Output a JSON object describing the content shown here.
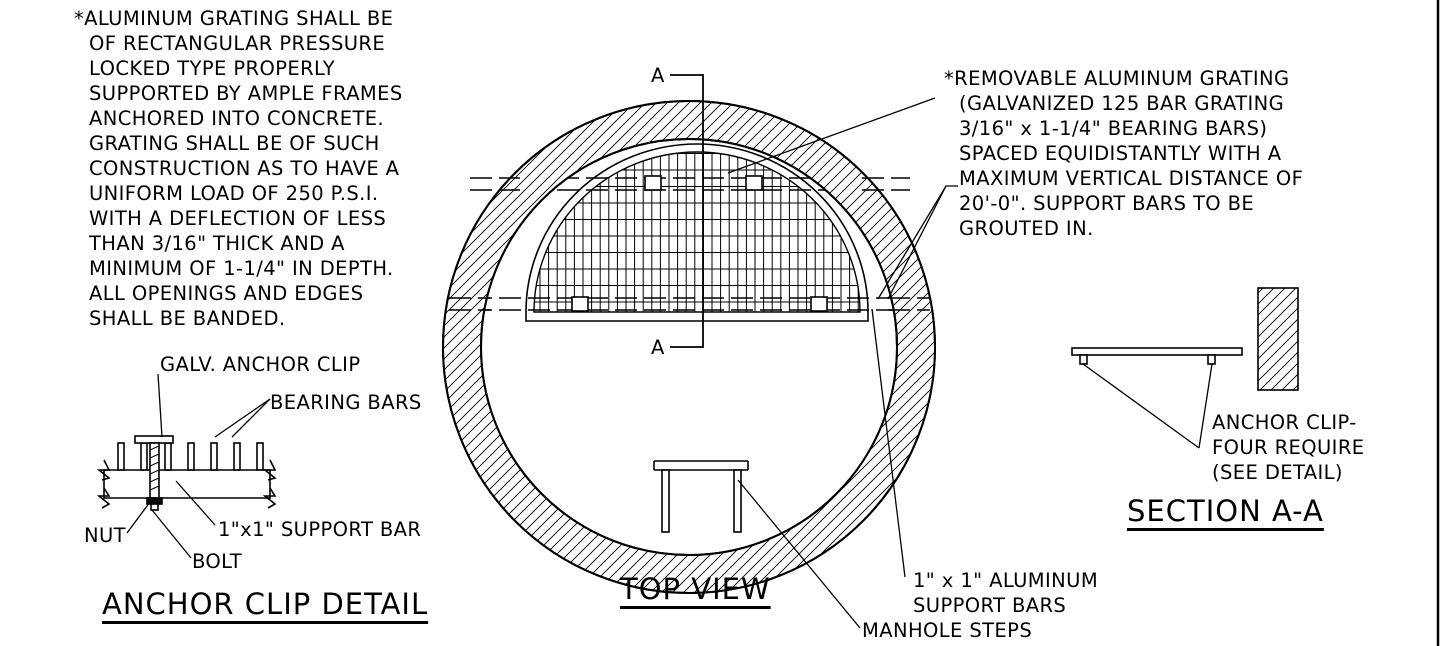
{
  "notes": {
    "grating_spec": [
      "*ALUMINUM GRATING SHALL BE",
      "OF RECTANGULAR PRESSURE",
      "LOCKED TYPE PROPERLY",
      "SUPPORTED BY AMPLE FRAMES",
      "ANCHORED INTO CONCRETE.",
      "GRATING SHALL BE OF SUCH",
      "CONSTRUCTION AS TO HAVE A",
      "UNIFORM LOAD OF 250 P.S.I.",
      "WITH A DEFLECTION OF LESS",
      "THAN 3/16\" THICK AND A",
      "MINIMUM OF 1-1/4\" IN DEPTH.",
      "ALL OPENINGS AND EDGES",
      "SHALL BE BANDED."
    ],
    "removable_grating": [
      "*REMOVABLE ALUMINUM GRATING",
      "(GALVANIZED 125 BAR GRATING",
      "3/16\" x 1-1/4\" BEARING BARS)",
      "SPACED EQUIDISTANTLY WITH A",
      "MAXIMUM VERTICAL DISTANCE OF",
      "20'-0\".  SUPPORT BARS TO BE",
      "GROUTED IN."
    ]
  },
  "anchor_clip_detail": {
    "title": "ANCHOR CLIP DETAIL",
    "labels": {
      "anchor_clip": "GALV. ANCHOR CLIP",
      "bearing_bars": "BEARING BARS",
      "support_bar": "1\"x1\" SUPPORT BAR",
      "nut": "NUT",
      "bolt": "BOLT"
    }
  },
  "top_view": {
    "title": "TOP VIEW",
    "section_marks": [
      "A",
      "A"
    ],
    "labels": {
      "support_bars": [
        "1\" x 1\" ALUMINUM",
        "SUPPORT BARS"
      ],
      "manhole_steps": "MANHOLE STEPS"
    }
  },
  "section_aa": {
    "title": "SECTION A-A",
    "labels": {
      "anchor_clip": [
        "ANCHOR CLIP-",
        "FOUR REQUIRE",
        "(SEE DETAIL)"
      ]
    }
  },
  "colors": {
    "line": "#000000",
    "background": "#ffffff"
  }
}
